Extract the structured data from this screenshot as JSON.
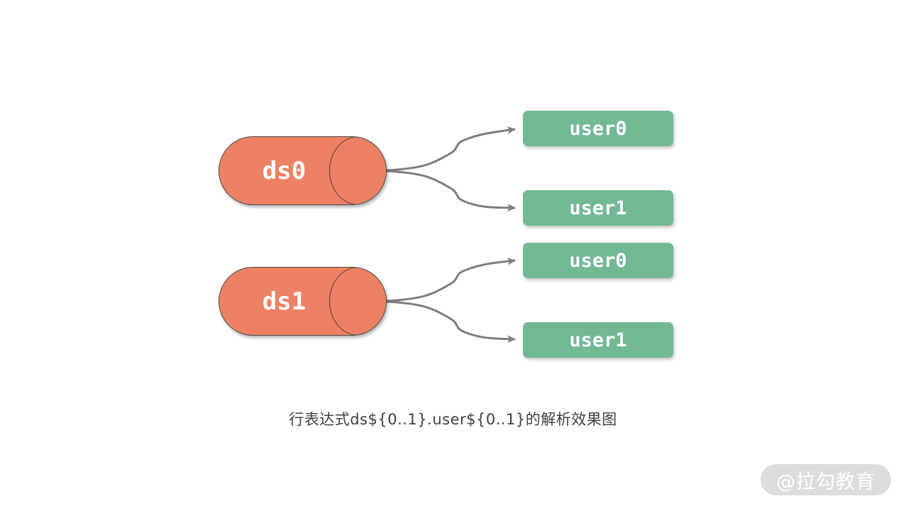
{
  "diagram": {
    "datasources": [
      {
        "label": "ds0"
      },
      {
        "label": "ds1"
      }
    ],
    "tables": [
      {
        "label": "user0"
      },
      {
        "label": "user1"
      },
      {
        "label": "user0"
      },
      {
        "label": "user1"
      }
    ],
    "connections": [
      {
        "from": "ds0",
        "to": "user0"
      },
      {
        "from": "ds0",
        "to": "user1"
      },
      {
        "from": "ds1",
        "to": "user0"
      },
      {
        "from": "ds1",
        "to": "user1"
      }
    ],
    "caption": "行表达式ds${0..1}.user${0..1}的解析效果图",
    "watermark": "@拉勾教育",
    "colors": {
      "cylinder_fill": "#ED8164",
      "cylinder_border": "#4C4C4C",
      "table_fill": "#72B895",
      "arrow": "#7D7D7D",
      "caption_text": "#3F3F3F",
      "watermark_bg": "#D6D6D6",
      "watermark_text": "#FFFFFF",
      "node_text": "#FFFFFF"
    }
  }
}
